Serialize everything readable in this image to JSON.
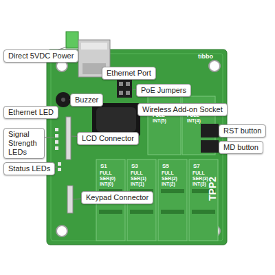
{
  "diagram": {
    "nodes": [
      {
        "text": [
          "Direct 5VDC Power"
        ]
      },
      {
        "text": [
          "Ethernet Port"
        ]
      },
      {
        "text": [
          "Buzzer"
        ]
      },
      {
        "text": [
          "PoE Jumpers"
        ]
      },
      {
        "text": [
          "Ethernet LED"
        ]
      },
      {
        "text": [
          "Wireless Add-on Socket"
        ]
      },
      {
        "text": [
          "Signal Strength LEDs"
        ]
      },
      {
        "text": [
          "LCD Connector"
        ]
      },
      {
        "text": [
          "RST button"
        ]
      },
      {
        "text": [
          "MD button"
        ]
      },
      {
        "text": [
          "Status LEDs"
        ]
      },
      {
        "text": [
          "Keypad Connector"
        ]
      }
    ],
    "labels": [
      "tibbo",
      "TPP2",
      "FULL INT(5)",
      "FULL INT(4)",
      "S1",
      "FULL SER(0) INT(0)",
      "S3",
      "FULL SER(1) INT(1)",
      "S5",
      "FULL SER(2) INT(2)",
      "S7",
      "FULL SER(3) INT(3)"
    ]
  }
}
